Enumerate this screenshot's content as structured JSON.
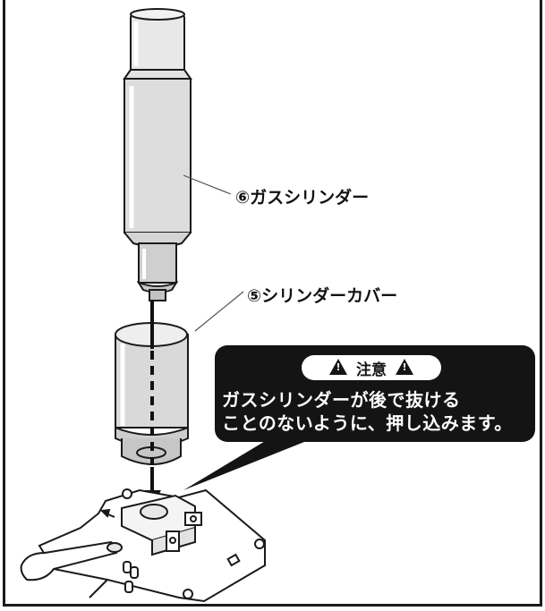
{
  "labels": {
    "gas_cylinder": "⑥ガスシリンダー",
    "cylinder_cover": "⑤シリンダーカバー"
  },
  "caution": {
    "title": "注意",
    "line1": "ガスシリンダーが後で抜ける",
    "line2": "ことのないように、押し込みます。"
  },
  "colors": {
    "ink": "#141414",
    "panel": "#141414",
    "paper": "#ffffff"
  },
  "icons": {
    "warning": "warning-triangle-icon"
  }
}
